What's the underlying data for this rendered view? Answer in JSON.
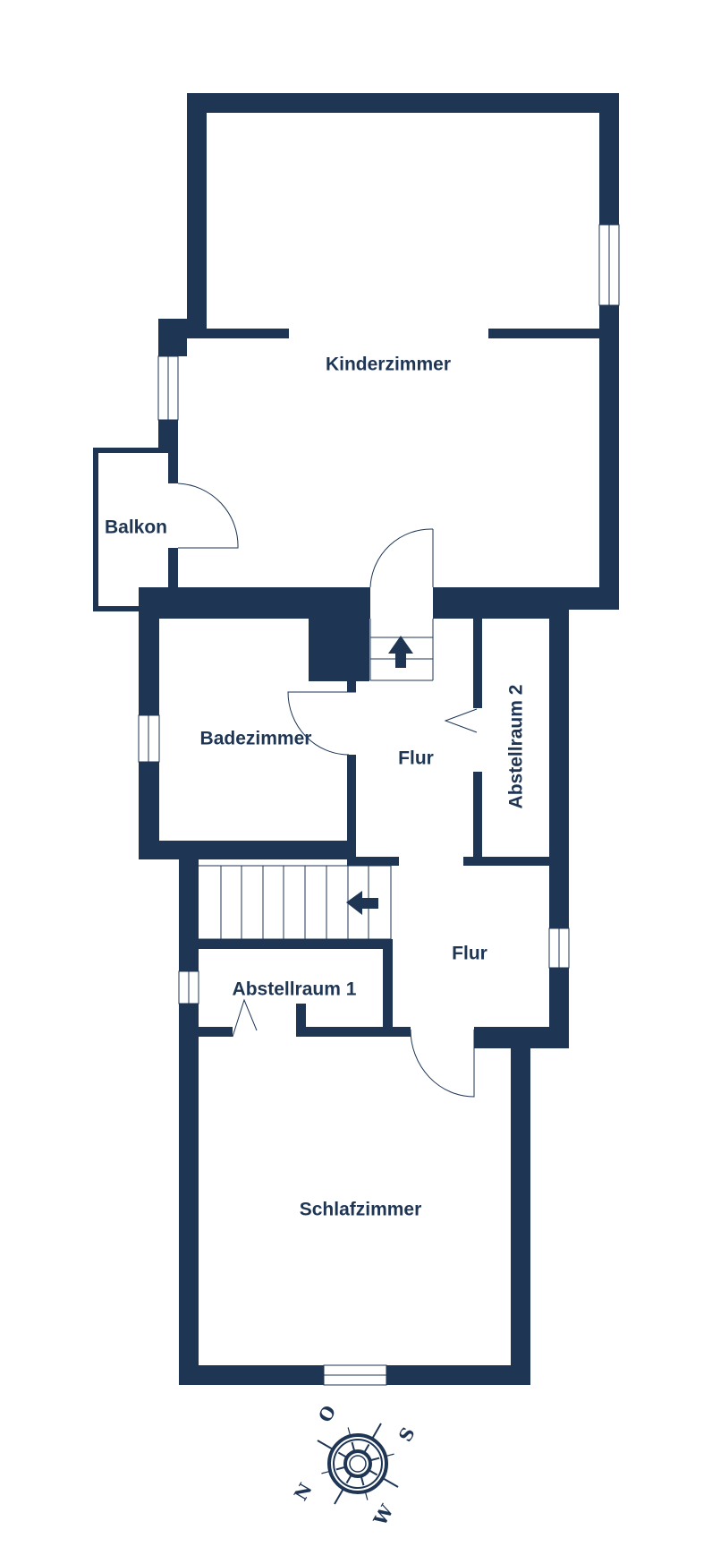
{
  "floorplan": {
    "wall_color": "#1e3554",
    "rooms": {
      "kinderzimmer": "Kinderzimmer",
      "balkon": "Balkon",
      "badezimmer": "Badezimmer",
      "flur_upper": "Flur",
      "abstellraum_2": "Abstellraum 2",
      "flur_lower": "Flur",
      "abstellraum_1": "Abstellraum 1",
      "schlafzimmer": "Schlafzimmer"
    },
    "compass": {
      "north": "N",
      "east": "O",
      "south": "S",
      "west": "W"
    }
  }
}
